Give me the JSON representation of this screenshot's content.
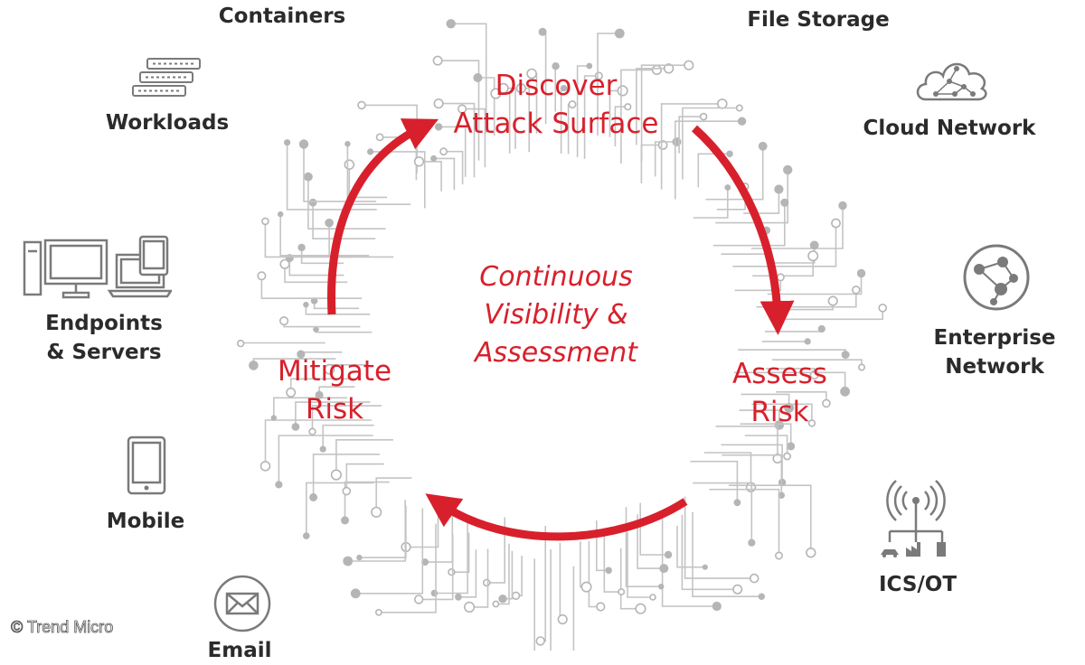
{
  "cycle": {
    "center_title": [
      "Continuous",
      "Visibility &",
      "Assessment"
    ],
    "discover": [
      "Discover",
      "Attack Surface"
    ],
    "assess": [
      "Assess",
      "Risk"
    ],
    "mitigate": [
      "Mitigate",
      "Risk"
    ]
  },
  "assets": {
    "containers": "Containers",
    "workloads": "Workloads",
    "endpoints": [
      "Endpoints",
      "& Servers"
    ],
    "mobile": "Mobile",
    "email": "Email",
    "file_storage": "File Storage",
    "cloud_network": "Cloud Network",
    "enterprise_network": [
      "Enterprise",
      "Network"
    ],
    "ics_ot": "ICS/OT"
  },
  "copyright": "© Trend Micro",
  "colors": {
    "accent": "#d8202c",
    "circuit": "#bdbdbd",
    "text": "#2b2b2b",
    "icon": "#7a7a7a"
  }
}
